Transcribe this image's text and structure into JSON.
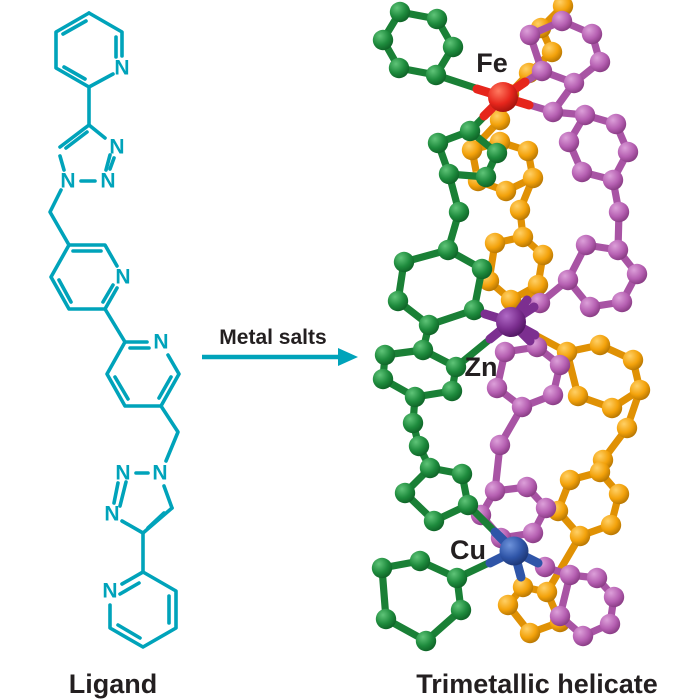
{
  "ligand": {
    "caption": "Ligand",
    "n": "N"
  },
  "reaction": {
    "arrow_label": "Metal salts"
  },
  "helicate": {
    "caption": "Trimetallic helicate",
    "metal_labels": {
      "fe": "Fe",
      "zn": "Zn",
      "cu": "Cu"
    }
  },
  "colors": {
    "ink": "#231F20",
    "teal": "#00A3BA",
    "strands": {
      "green": {
        "base": "#1E8B3D",
        "bond": "#1A8036",
        "dark": "#0B5A22",
        "light": "#5FC478"
      },
      "orange": {
        "base": "#F3A20B",
        "bond": "#E09104",
        "dark": "#A96C00",
        "light": "#FFD066"
      },
      "purple": {
        "base": "#B660B2",
        "bond": "#A854A4",
        "dark": "#7E3379",
        "light": "#DCA0D9"
      }
    },
    "metals": {
      "fe": {
        "base": "#E6261C",
        "dark": "#930F0A",
        "light": "#FF7A60"
      },
      "zn": {
        "base": "#7C2F90",
        "dark": "#471158",
        "light": "#B06AC6"
      },
      "cu": {
        "base": "#2F55A8",
        "dark": "#182F68",
        "light": "#6E93DB"
      }
    }
  }
}
